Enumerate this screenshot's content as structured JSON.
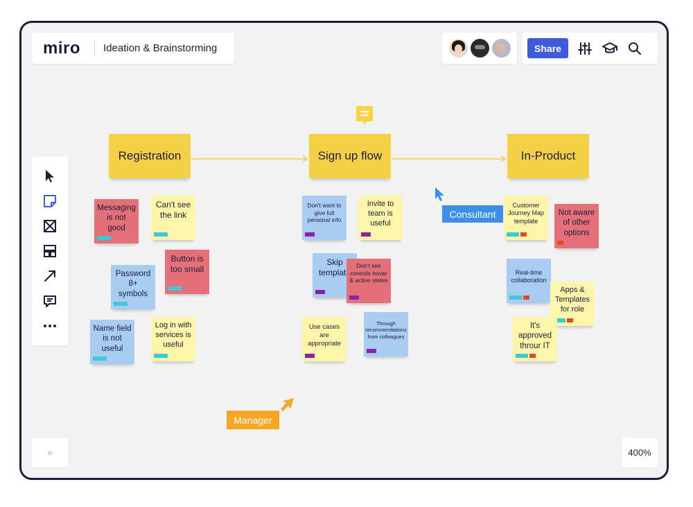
{
  "app": {
    "logo": "miro",
    "board_title": "Ideation & Brainstorming"
  },
  "collaborators": [
    {
      "name": "avatar-woman"
    },
    {
      "name": "avatar-man-sunglasses"
    },
    {
      "name": "avatar-man"
    }
  ],
  "toolbar": {
    "share_label": "Share",
    "icons": [
      "settings-sliders-icon",
      "graduation-cap-icon",
      "search-icon"
    ]
  },
  "left_tools": [
    "select-cursor-icon",
    "sticky-note-icon",
    "frame-icon",
    "template-icon",
    "arrow-line-icon",
    "comment-icon",
    "more-icon"
  ],
  "expand_label": "»",
  "zoom_level": "400%",
  "flow_headers": {
    "registration": "Registration",
    "signup": "Sign up flow",
    "inproduct": "In-Product"
  },
  "stickies": {
    "r1": "Messaging is not good",
    "r2": "Can't see the link",
    "r3": "Button is too small",
    "r4": "Password 8+ symbols",
    "r5": "Name field is not useful",
    "r6": "Log in with services is useful",
    "s1": "Don't want to give full personal info",
    "s2": "Invite to team is useful",
    "s3": "Skip template",
    "s4": "Don't see controls hover & active states",
    "s5": "Use cases are appropriate",
    "s6": "Through recommendations from colleagues",
    "p1": "Customer Journey Map template",
    "p2": "Not aware of other options",
    "p3": "Real-time collaboration",
    "p4": "Apps & Templates for role",
    "p5": "It's approved throur IT"
  },
  "cursors": {
    "consultant": "Consultant",
    "manager": "Manager"
  },
  "colors": {
    "accent_blue": "#3d5bd9",
    "header_yellow": "#f4d046",
    "sticky_yellow": "#fdf5a9",
    "sticky_pink": "#e5707a",
    "sticky_blue": "#a8ccf2",
    "consultant": "#3d8ee8",
    "manager": "#f5a623"
  }
}
